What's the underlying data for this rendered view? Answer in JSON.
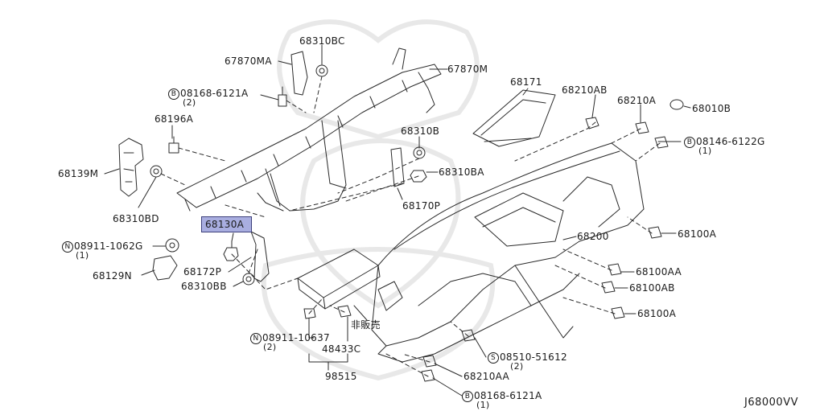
{
  "diagram_code": "J68000VV",
  "labels": {
    "p68310BC": "68310BC",
    "p67870MA": "67870MA",
    "p67870M": "67870M",
    "p08168_top": "08168-6121A",
    "p08168_top_qty": "(2)",
    "p68171": "68171",
    "p68210AB": "68210AB",
    "p68210A": "68210A",
    "p68010B": "68010B",
    "p68196A": "68196A",
    "p68310B": "68310B",
    "p08146": "08146-6122G",
    "p08146_qty": "(1)",
    "p68139M": "68139M",
    "p68310BA": "68310BA",
    "p68170P": "68170P",
    "p68310BD": "68310BD",
    "p68130A": "68130A",
    "p68200": "68200",
    "p68100A_upper": "68100A",
    "p08911_1062G": "08911-1062G",
    "p08911_1062G_qty": "(1)",
    "p68172P": "68172P",
    "p68100AA": "68100AA",
    "p68129N": "68129N",
    "p68310BB": "68310BB",
    "p68100AB": "68100AB",
    "p68100A_lower": "68100A",
    "p_not_for_sale": "非販売",
    "p08911_10637": "08911-10637",
    "p08911_10637_qty": "(2)",
    "p48433C": "48433C",
    "p08510": "08510-51612",
    "p08510_qty": "(2)",
    "p68210AA": "68210AA",
    "p98515": "98515",
    "p08168_bottom": "08168-6121A",
    "p08168_bottom_qty": "(1)"
  },
  "prefix_symbols": {
    "bolt_b": "B",
    "nut_n": "N",
    "screw_s": "S"
  },
  "colors": {
    "line": "#2a2a2a",
    "highlight_fill": "#a9aee0",
    "highlight_border": "#3c3f7a",
    "watermark": "#e6e6e6"
  }
}
